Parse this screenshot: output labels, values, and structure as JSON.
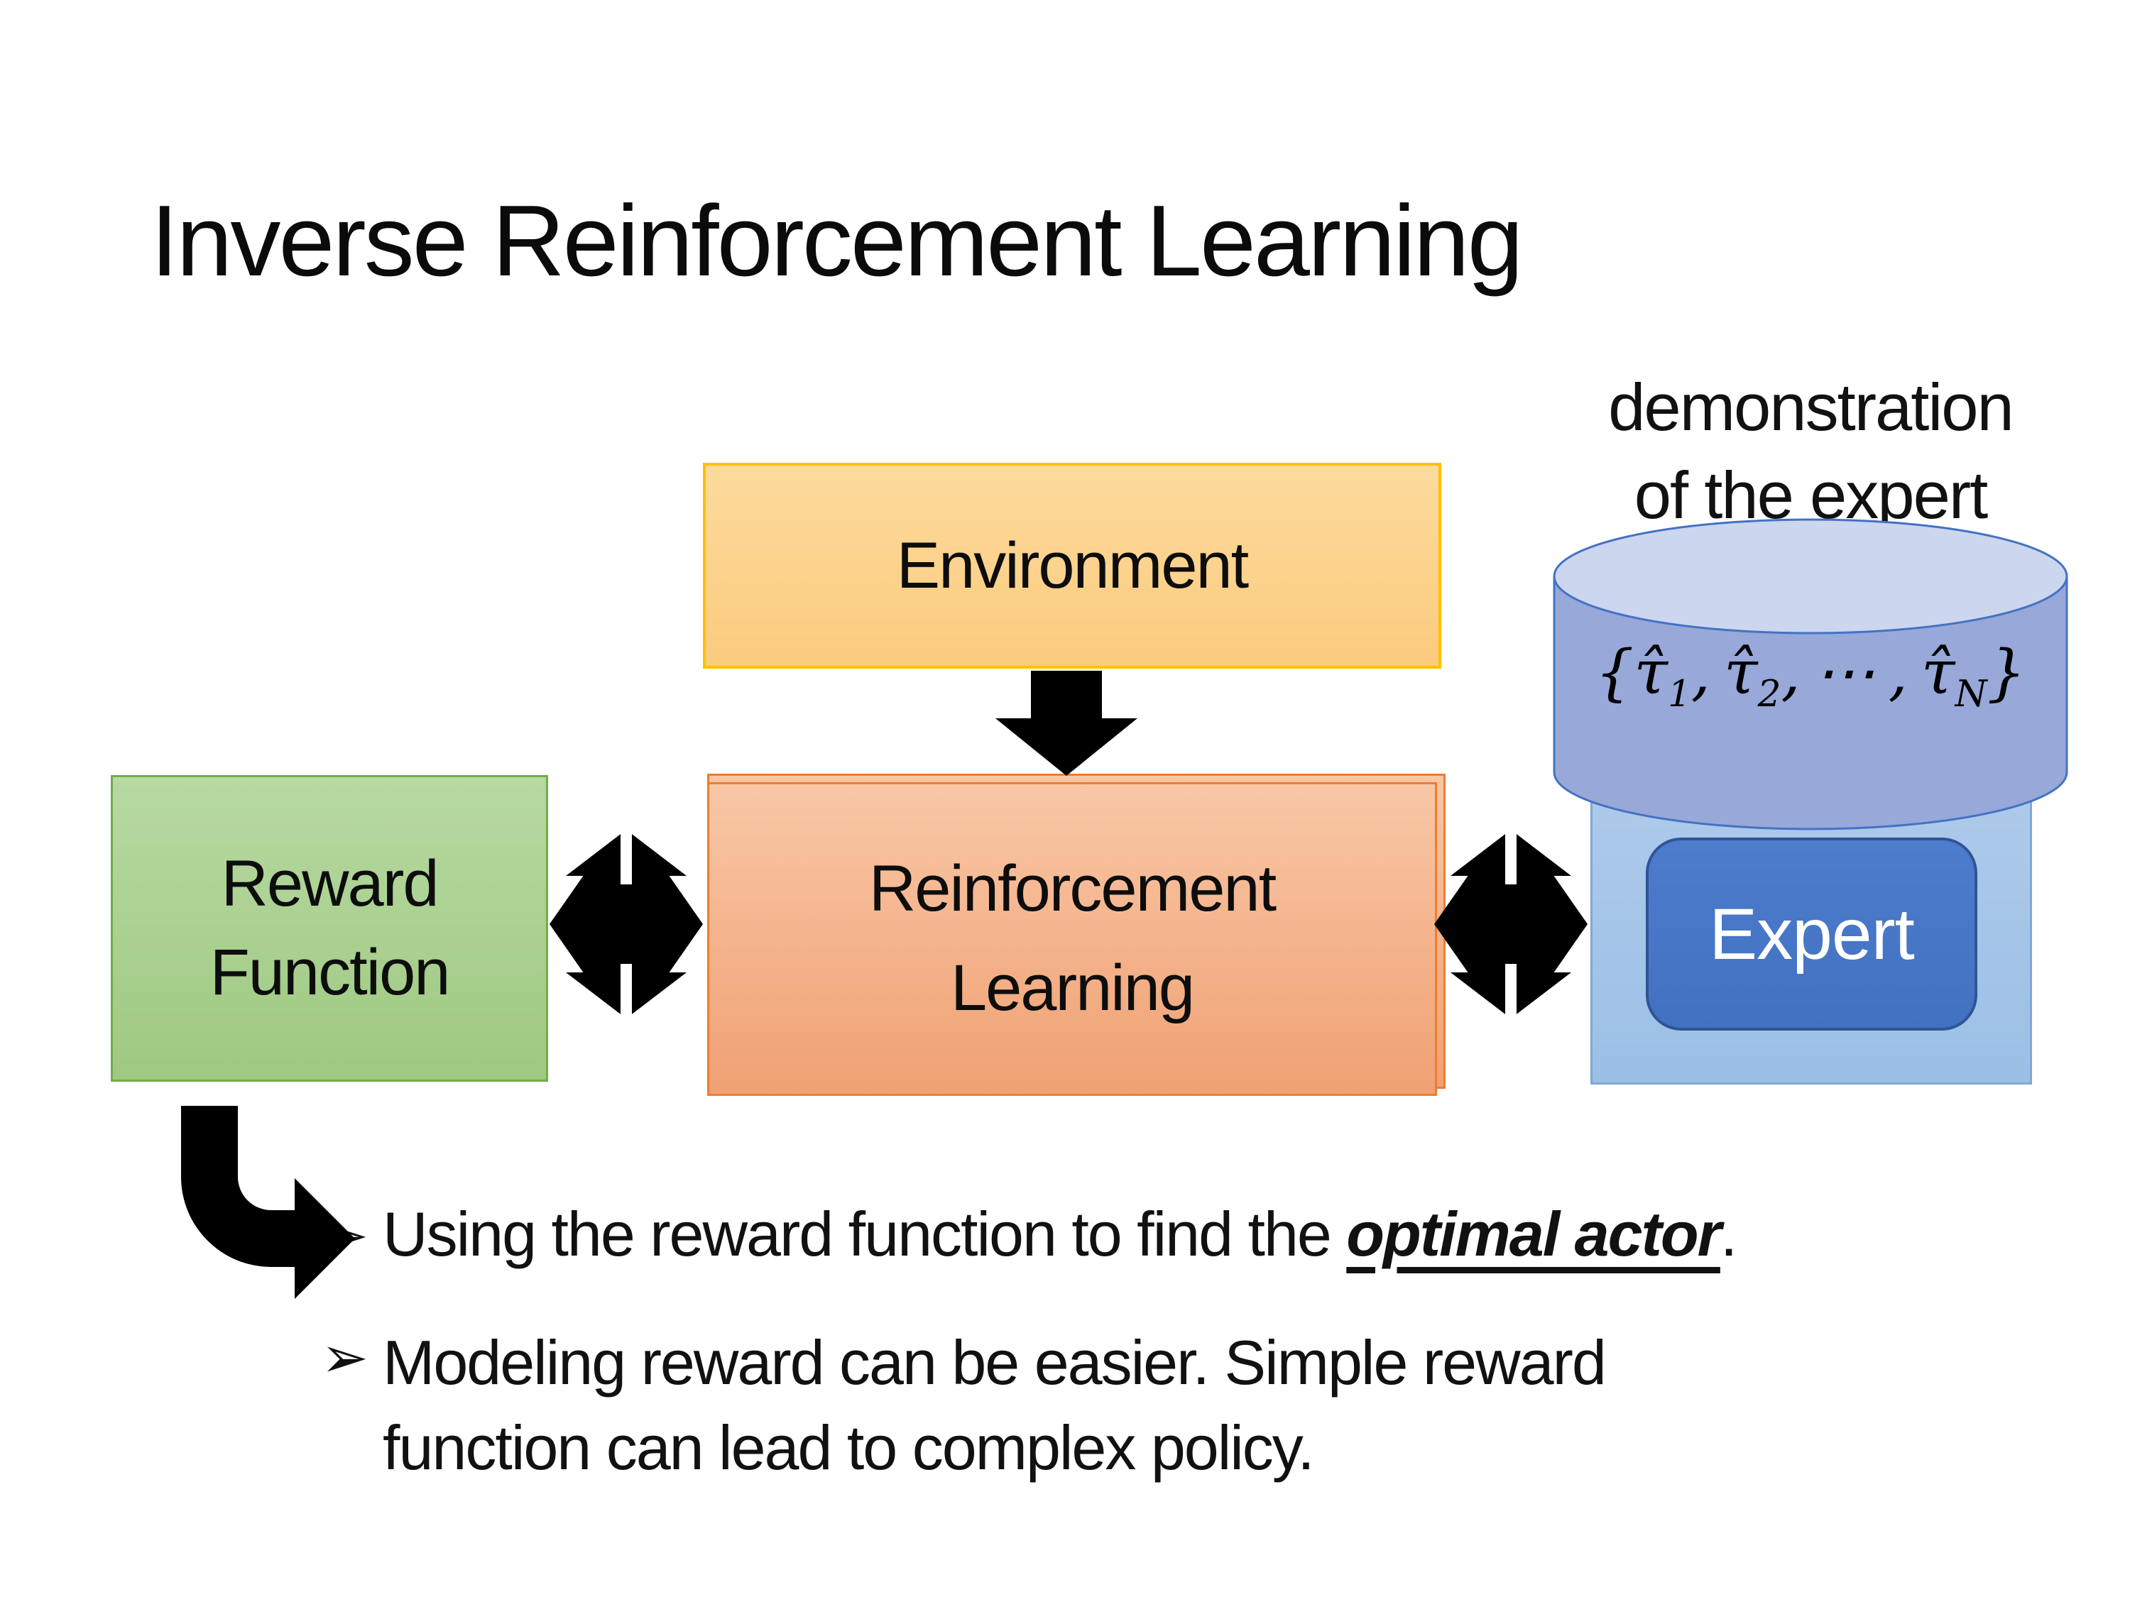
{
  "colors": {
    "background": "#ffffff",
    "text": "#111111",
    "arrow-black": "#000000",
    "environment-fill-top": "#fcdb9d",
    "environment-fill-bottom": "#fbcb7e",
    "environment-border": "#ffc000",
    "reward-fill-top": "#b7d9a2",
    "reward-fill-bottom": "#9fc981",
    "reward-border": "#70ad47",
    "rl-fill-top": "#f8c7a6",
    "rl-fill-bottom": "#f0a173",
    "rl-border": "#ed7d31",
    "expert-container-fill-top": "#aecaeb",
    "expert-container-fill-bottom": "#9bc0e5",
    "expert-container-border": "#7fa8d4",
    "expert-fill": "#4371c2",
    "expert-border": "#2f5597",
    "cylinder-body": "#97a8d9",
    "cylinder-top": "#ccd6ef",
    "cylinder-border": "#4472c4"
  },
  "title": "Inverse Reinforcement Learning",
  "annotation": {
    "line1": "demonstration",
    "line2": "of the expert"
  },
  "diagram": {
    "environment": {
      "label": "Environment"
    },
    "reward": {
      "line1": "Reward",
      "line2": "Function"
    },
    "rl": {
      "line1": "Reinforcement",
      "line2": "Learning"
    },
    "expert": {
      "label": "Expert"
    },
    "demos": {
      "open": "{",
      "tau": "τ̂",
      "sub1": "1",
      "sub2": "2",
      "comma": ",",
      "dots": "⋯",
      "subN": "N",
      "close": "}"
    }
  },
  "bullets": {
    "marker": "➢",
    "item1": {
      "prefix": "Using the reward function to find the ",
      "emphasis": "optimal actor",
      "suffix": "."
    },
    "item2": {
      "line1": "Modeling reward can be easier. Simple reward",
      "line2": "function can lead to complex policy."
    }
  }
}
